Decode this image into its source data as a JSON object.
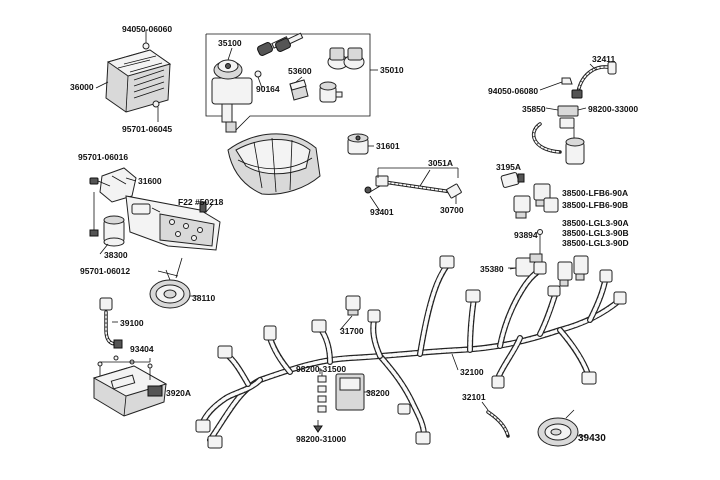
{
  "labels": {
    "p94050_06060": "94050-06060",
    "p36000": "36000",
    "p95701_06045": "95701-06045",
    "p35100": "35100",
    "p90164": "90164",
    "p53600": "53600",
    "p35010": "35010",
    "p32411": "32411",
    "p94050_06080": "94050-06080",
    "p35850": "35850",
    "p98200_33000": "98200-33000",
    "p95701_06016": "95701-06016",
    "p31600": "31600",
    "p31601": "31601",
    "p3051a": "3051A",
    "p3195a": "3195A",
    "p38500_lfb6_90a": "38500-LFB6-90A",
    "p38500_lfb6_90b": "38500-LFB6-90B",
    "f22": "F22 #50218",
    "p93401": "93401",
    "p30700": "30700",
    "p38500_lgl3_90a": "38500-LGL3-90A",
    "p38500_lgl3_90b": "38500-LGL3-90B",
    "p38500_lgl3_90d": "38500-LGL3-90D",
    "p93894": "93894",
    "p38300": "38300",
    "p35380": "35380",
    "p95701_06012": "95701-06012",
    "p38110": "38110",
    "p39100": "39100",
    "p31700": "31700",
    "p93404": "93404",
    "p98200_31500": "98200-31500",
    "p32100": "32100",
    "p38200": "38200",
    "p3920a": "3920A",
    "p32101": "32101",
    "p98200_31000": "98200-31000",
    "p39430": "39430"
  }
}
